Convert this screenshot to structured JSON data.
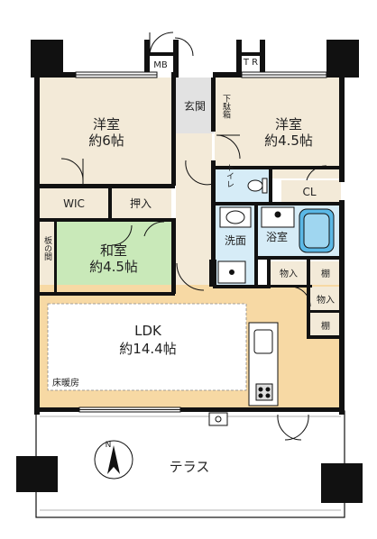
{
  "rooms": {
    "western_room_1": {
      "name": "洋室",
      "size": "約6帖"
    },
    "western_room_2": {
      "name": "洋室",
      "size": "約4.5帖"
    },
    "japanese_room": {
      "name": "和室",
      "size": "約4.5帖"
    },
    "ldk": {
      "name": "LDK",
      "size": "約14.4帖",
      "note": "床暖房"
    },
    "terrace": {
      "name": "テラス"
    }
  },
  "labels": {
    "mb": "MB",
    "tr": "T R",
    "entrance": "玄関",
    "shoe_box": "下駄箱",
    "wic": "WIC",
    "oshiire": "押入",
    "itanoma": "板の間",
    "toilet": "トイレ",
    "cl": "CL",
    "washroom": "洗面",
    "bathroom": "浴室",
    "storage_1": "物入",
    "storage_2": "物入",
    "shelf_1": "棚",
    "shelf_2": "棚"
  },
  "compass": {
    "north": "N"
  },
  "colors": {
    "wall": "#111111",
    "western_floor": "#f3ead8",
    "japanese_floor": "#c9e9b9",
    "ldk_floor": "#f7d9a4",
    "ldk_inner": "#ffffff",
    "wet_area": "#d6ecf7",
    "tile": "#e2e2e2",
    "terrace": "#ffffff"
  }
}
